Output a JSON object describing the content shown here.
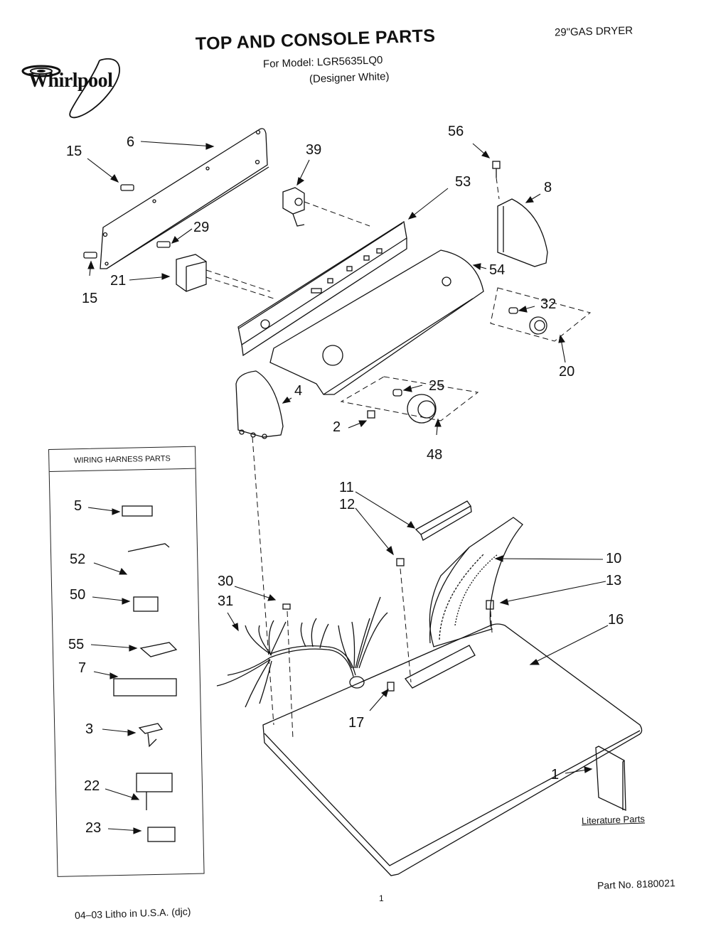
{
  "header": {
    "doc_type": "29\"GAS DRYER",
    "title": "TOP AND CONSOLE PARTS",
    "model_line": "For Model: LGR5635LQ0",
    "variant": "(Designer White)",
    "brand": "Whirlpool"
  },
  "callouts": {
    "c6": "6",
    "c15a": "15",
    "c15b": "15",
    "c29": "29",
    "c21": "21",
    "c39": "39",
    "c53": "53",
    "c56": "56",
    "c8": "8",
    "c54": "54",
    "c32": "32",
    "c20": "20",
    "c4": "4",
    "c25": "25",
    "c2": "2",
    "c48": "48",
    "c11": "11",
    "c12": "12",
    "c10": "10",
    "c13": "13",
    "c16": "16",
    "c30": "30",
    "c31": "31",
    "c17": "17",
    "c1": "1"
  },
  "harness": {
    "title": "WIRING HARNESS PARTS",
    "items": [
      "5",
      "52",
      "50",
      "55",
      "7",
      "3",
      "22",
      "23"
    ]
  },
  "literature": {
    "label": "Literature Parts"
  },
  "footer": {
    "part_no": "Part No. 8180021",
    "page": "1",
    "litho": "04–03 Litho in U.S.A. (djc)"
  }
}
